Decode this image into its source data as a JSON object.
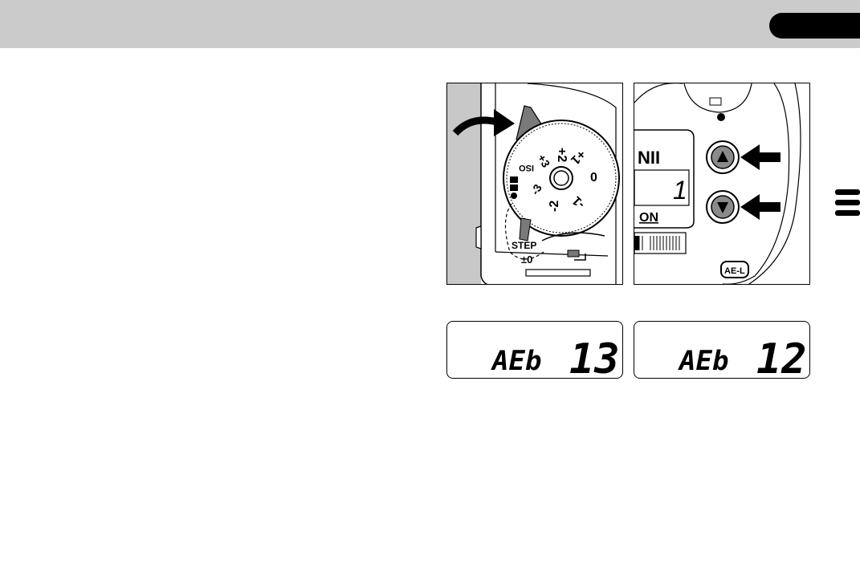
{
  "header": {
    "tab_label": ""
  },
  "figure_top_left": {
    "dial_labels": [
      "+2",
      "+1",
      "0",
      "-1",
      "-2",
      "-3",
      "+3",
      "ISO"
    ],
    "step_label": "STEP",
    "zero_label": "±0"
  },
  "figure_top_right": {
    "model_text": "NII",
    "lcd_digit": "1",
    "on_text": "ON",
    "ael_label": "AE-L"
  },
  "lcd_displays": [
    {
      "label": "AEb",
      "value": "13"
    },
    {
      "label": "AEb",
      "value": "12"
    }
  ],
  "icons": [
    "curved-arrow-icon",
    "up-button-icon",
    "down-button-icon",
    "left-arrow-icon",
    "menu-icon"
  ]
}
